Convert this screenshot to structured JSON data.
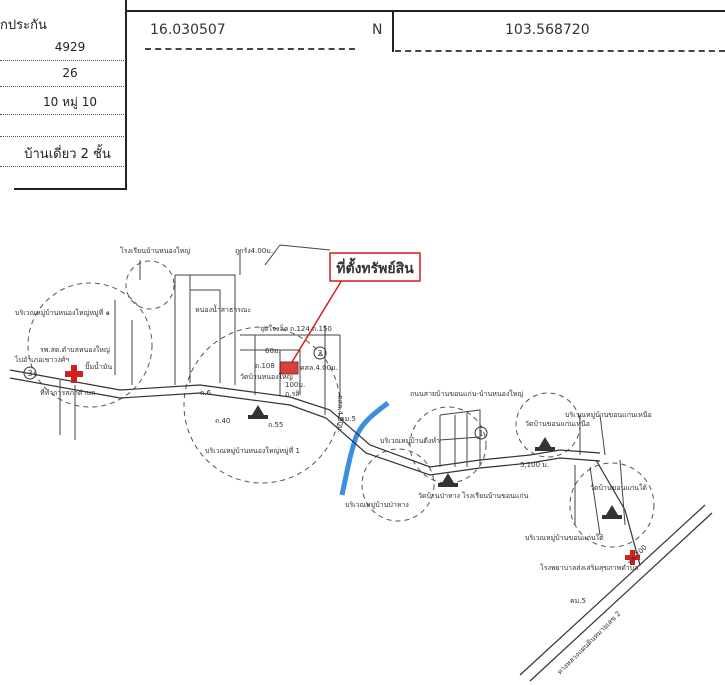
{
  "form": {
    "header_label": "ักประกัน",
    "rows": [
      "4929",
      "26",
      "10 หมู่ 10",
      "",
      "บ้านเดี่ยว 2 ชั้น"
    ],
    "latitude": "16.030507",
    "lat_dir": "N",
    "longitude": "103.568720"
  },
  "map": {
    "callout": "ที่ตั้งทรัพย์สิน",
    "callout_color": "#1a3fc7",
    "subject_marker_color": "#d21f1f",
    "river_color": "#3b8fe0",
    "labels": {
      "school_top": "โรงเรียนบ้านหนองใหญ่",
      "road_top": "ถูกรัง4.00ม.",
      "pond": "หนองน้ำสาธารณะ",
      "area_top_left": "บริเวณหมู่บ้านหนองใหญ่หมู่ที่ ๑",
      "hospital": "รพ.สต.ตำบลหนองใหญ่",
      "gas": "ปั๊มน้ำมัน",
      "left_road": "ไปอำเภอเขาวงศ์ฯ",
      "district": "ที่ทำการสภาตำบล",
      "temple_left": "วัดบ้านหนองใหญ่",
      "road_6": "ถ.6",
      "road_40": "ถ.40",
      "road_55": "ถ.55",
      "area_bottom_left": "บริเวณหมู่บ้านหนองใหญ่หมู่ที่ 1",
      "jong": "จุดใจงล็ค",
      "soi": "ถ.124 ถ.150",
      "dist_60": "60ม.",
      "road_108": "ถ.108",
      "road_4m": "คสล.4.00ม.",
      "dist_100": "100ม.",
      "road_rest": "ถ.รสิ",
      "vert_road": "คสล.4.00ม.",
      "km5": "คม.5",
      "road_main": "ถนนสายบ้านขอนแก่น-บ้านหนองใหญ่",
      "area_mid": "บริเวณหมู่บ้านดีงห่ำ",
      "area_river": "บริเวณหมู่บ้านป่าหาง",
      "temple_mid": "วัดบ้านป่าหาง",
      "school_mid": "โรงเรียนบ้านขอนแก่น",
      "temple_right": "วัดบ้านขอนแก่นเหนือ",
      "area_right_top": "บริเวณหมู่บ้านขอนแก่นเหนือ",
      "dist_5100": "5,100 ม.",
      "temple_right_lower": "วัดบ้านขอนแก่นใต้",
      "area_right_bottom": "บริเวณหมู่บ้านขอนแก่นใต้",
      "hospital_right": "โรงพยาบาลส่งเสริมสุขภาพตำบล",
      "km5_bottom": "คม.5",
      "hwy": "ทล.200",
      "hwy_side": "ทางหลวงแผ่นดินหมายเลข 2",
      "circle_1": "1",
      "circle_2": "2",
      "circle_3": "3"
    }
  }
}
